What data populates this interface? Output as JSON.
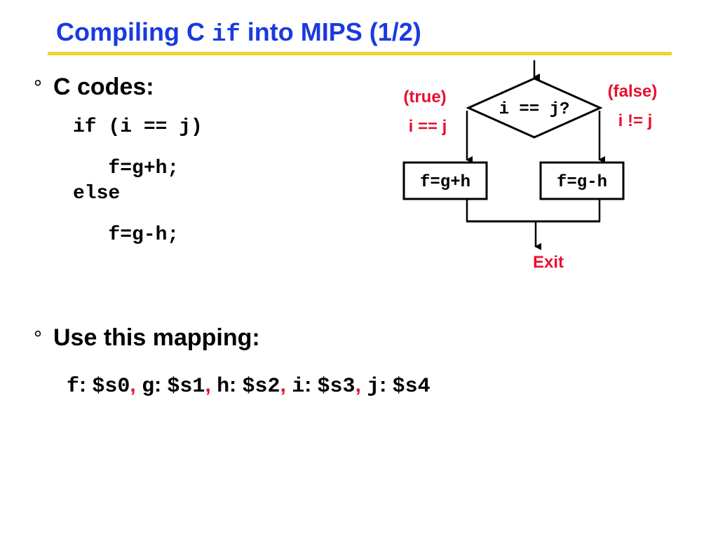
{
  "slide": {
    "title": {
      "part1": "Compiling C ",
      "code": "if",
      "part2": " into MIPS (1/2)"
    },
    "bullets": [
      {
        "marker": "°",
        "label": "C codes:",
        "code_lines": [
          "if (i == j)",
          "   f=g+h;",
          "else",
          "   f=g-h;"
        ]
      },
      {
        "marker": "°",
        "label": "Use this mapping:",
        "mapping": [
          {
            "var": "f",
            "reg": "$s0"
          },
          {
            "var": "g",
            "reg": "$s1"
          },
          {
            "var": "h",
            "reg": "$s2"
          },
          {
            "var": "i",
            "reg": "$s3"
          },
          {
            "var": "j",
            "reg": "$s4"
          }
        ],
        "colon": ":",
        "comma": ","
      }
    ]
  },
  "flowchart": {
    "condition": "i == j?",
    "true_label": "(true)",
    "true_cond": "i == j",
    "false_label": "(false)",
    "false_cond": "i != j",
    "true_box": "f=g+h",
    "false_box": "f=g-h",
    "exit_label": "Exit"
  },
  "colors": {
    "title": "#1a3ae0",
    "rule": "#f2d22e",
    "accent": "#e8102e"
  }
}
